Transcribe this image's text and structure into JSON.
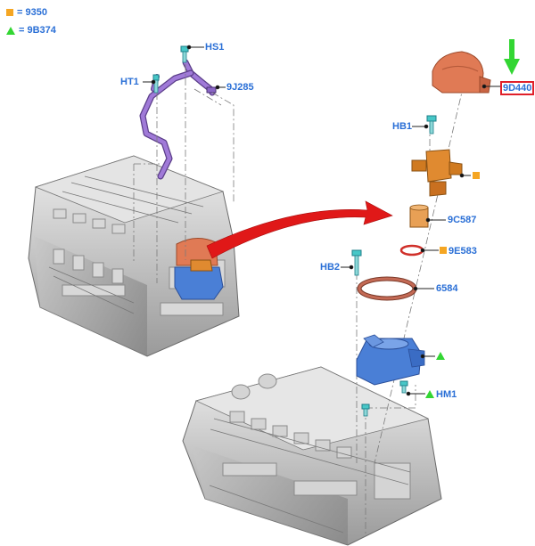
{
  "legend": {
    "square_label": "= 9350",
    "triangle_label": "= 9B374",
    "square_color": "#f5a623",
    "triangle_color": "#33d633"
  },
  "callouts": {
    "hs1": "HS1",
    "ht1": "HT1",
    "c9j285": "9J285",
    "c9d440": "9D440",
    "hb1": "HB1",
    "c9c587": "9C587",
    "c9e583": "9E583",
    "hb2": "HB2",
    "c6584": "6584",
    "hm1": "HM1"
  },
  "colors": {
    "callout_text": "#2a6fd6",
    "highlight_box": "#e0202a",
    "transfer_arrow": "#e01818",
    "focus_arrow": "#33d633",
    "pump_cover": "#e07a55",
    "pump_body": "#e08a30",
    "mount_housing": "#4a7fd6",
    "fuel_line": "#9a6fcf"
  },
  "icons": {
    "focus_arrow": "green-down-arrow-icon",
    "transfer_arrow": "red-curved-arrow-icon"
  }
}
